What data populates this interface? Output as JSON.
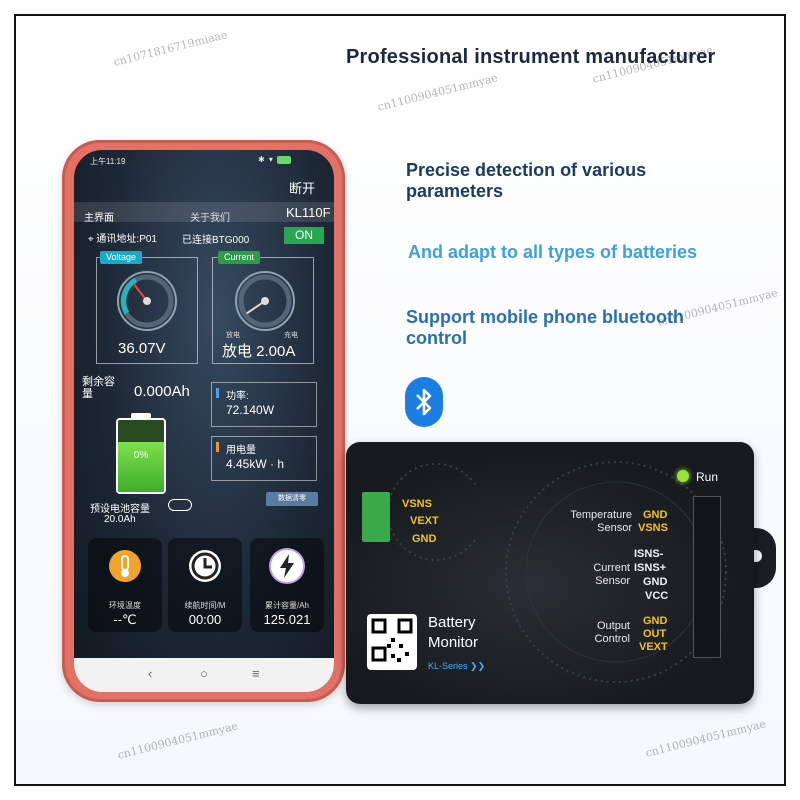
{
  "headline": "Professional instrument manufacturer",
  "features": {
    "f1": "Precise detection of various parameters",
    "f2": "And adapt to all types of batteries",
    "f3": "Support mobile phone bluetooth control"
  },
  "colors": {
    "accent_blue": "#3fa0db",
    "bt_blue": "#1a7fe0",
    "phone_case": "#e37166",
    "on_green": "#29a653",
    "term_yellow": "#f4c21b",
    "run_led": "#9be33b"
  },
  "phone": {
    "status_time": "上午11:19",
    "disconnect": "断开",
    "nav_main": "主界面",
    "nav_about": "关于我们",
    "model": "KL110F",
    "comm_addr": "通讯地址:P01",
    "connected": "已连接BTG000",
    "on_label": "ON",
    "voltage": {
      "label": "Voltage",
      "value": "36.07V",
      "level": 0.36
    },
    "current": {
      "label": "Current",
      "value": "放电 2.00A",
      "discharge": "放电",
      "charge": "充电",
      "level": 0.04
    },
    "remaining_label": "剩余容量",
    "remaining_value": "0.000Ah",
    "power_label": "功率:",
    "power_value": "72.140W",
    "energy_label": "用电量",
    "energy_value": "4.45kW · h",
    "battery_percent": "0%",
    "battery_fill": 0.7,
    "data_reset": "数据清零",
    "preset_label": "预设电池容量",
    "preset_value": "20.0Ah",
    "temp_label": "环境温度",
    "temp_value": "--℃",
    "duration_label": "续航时间/M",
    "duration_value": "00:00",
    "cumulative_label": "累计容量/Ah",
    "cumulative_value": "125.021",
    "nav_back": "‹",
    "nav_home": "○",
    "nav_menu": "≡"
  },
  "device": {
    "run": "Run",
    "left_terms": [
      "VSNS",
      "VEXT",
      "GND"
    ],
    "temp_sensor": "Temperature Sensor",
    "temp_terms": [
      "GND",
      "VSNS"
    ],
    "current_sensor": "Current Sensor",
    "current_terms": [
      "ISNS-",
      "ISNS+",
      "GND",
      "VCC"
    ],
    "output": "Output Control",
    "output_terms": [
      "GND",
      "OUT",
      "VEXT"
    ],
    "brand_line1": "Battery",
    "brand_line2": "Monitor",
    "series": "KL-Series"
  },
  "watermarks": {
    "w1": "cn1100904051mmyae",
    "w2": "cn1071816719miaae"
  },
  "icons": [
    "bluetooth-icon",
    "location-pin-icon",
    "thermometer-icon",
    "clock-icon",
    "lightning-icon",
    "qr-code-icon"
  ]
}
